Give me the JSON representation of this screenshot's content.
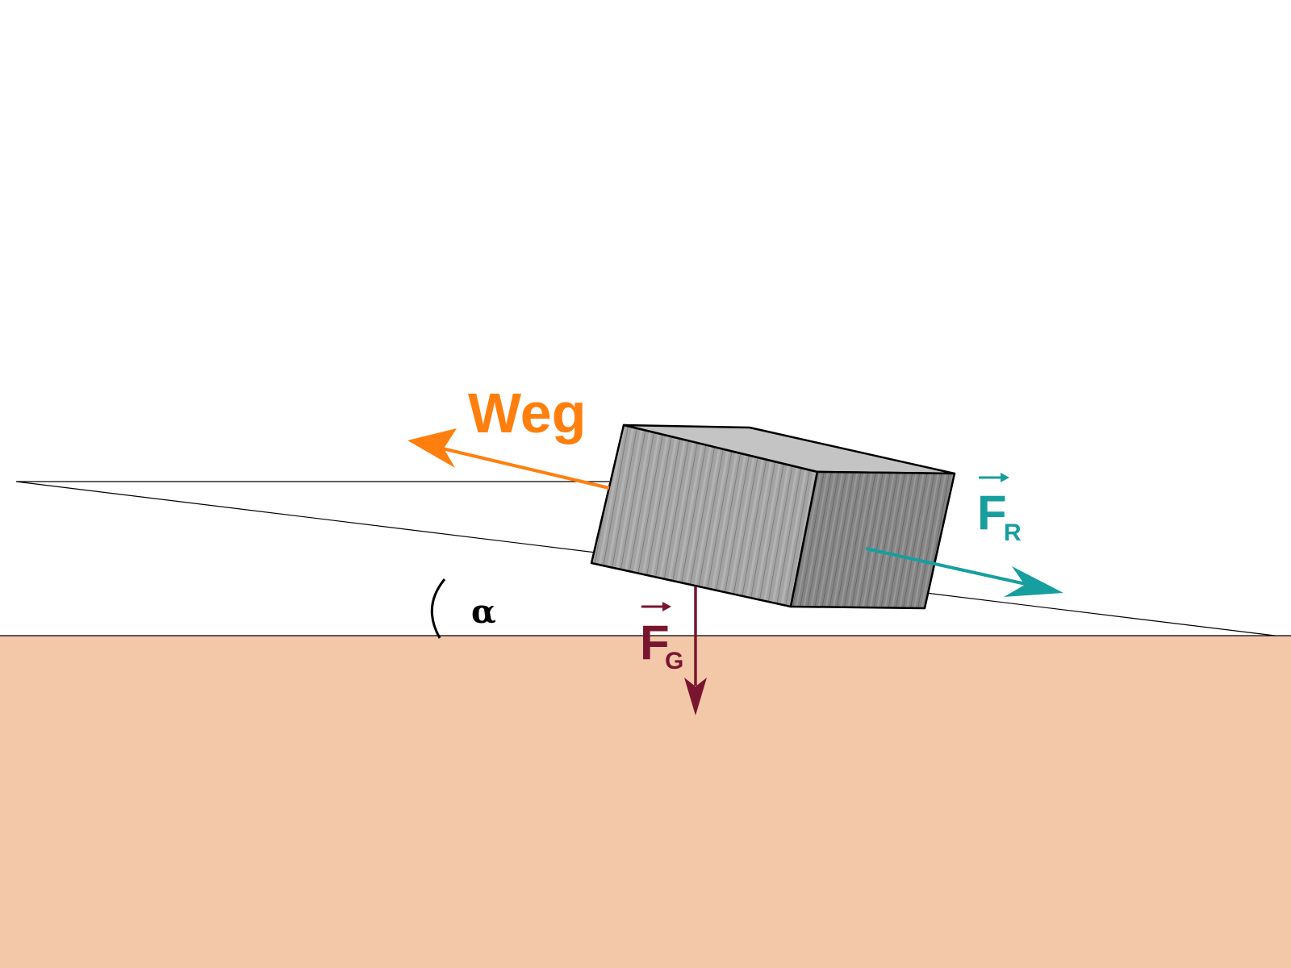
{
  "labels": {
    "path": "Weg",
    "friction_force": "F",
    "friction_force_sub": "R",
    "weight_force": "F",
    "weight_force_sub": "G",
    "angle": "α"
  },
  "colors": {
    "ground": "#f2c8a8",
    "path_arrow": "#ff7f0e",
    "friction_arrow": "#179e9e",
    "weight_arrow": "#7a1530",
    "block_front": "#9a9a9a",
    "block_side": "#7d7d7d",
    "block_top": "#c4c4c4",
    "line": "#000000"
  }
}
